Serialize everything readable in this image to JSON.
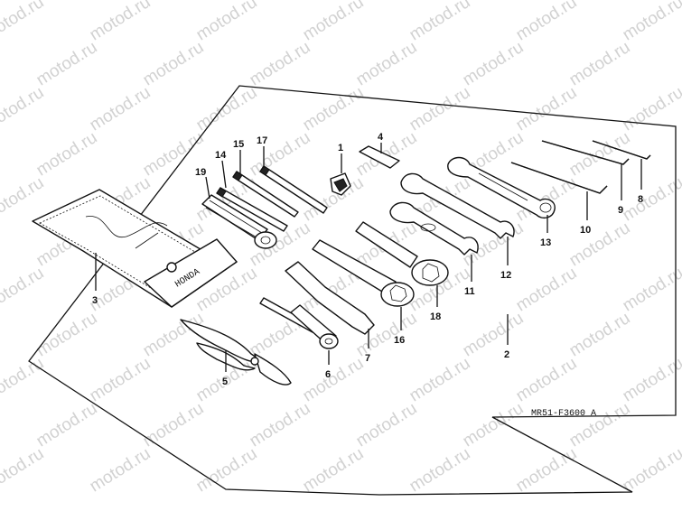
{
  "watermark": "motod.ru",
  "diagram_code": "MR51-F3600 A",
  "pouch_brand": "HONDA",
  "callouts": {
    "c1": "1",
    "c2": "2",
    "c3": "3",
    "c4": "4",
    "c5": "5",
    "c6": "6",
    "c7": "7",
    "c8": "8",
    "c9": "9",
    "c10": "10",
    "c11": "11",
    "c12": "12",
    "c13": "13",
    "c14": "14",
    "c15": "15",
    "c16": "16",
    "c17": "17",
    "c18": "18",
    "c19": "19"
  }
}
